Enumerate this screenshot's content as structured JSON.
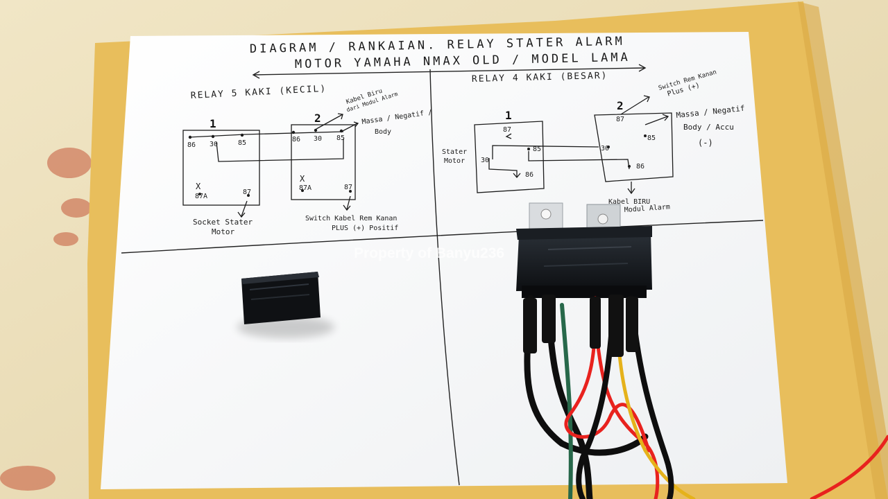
{
  "title": {
    "line1": "DIAGRAM / RANKAIAN. RELAY STATER ALARM",
    "line2": "MOTOR YAMAHA NMAX OLD / MODEL LAMA"
  },
  "left_section": {
    "heading": "RELAY 5 KAKI (KECIL)",
    "relay1": {
      "number": "1",
      "pins": [
        "86",
        "30",
        "85",
        "87A",
        "87"
      ]
    },
    "relay2": {
      "number": "2",
      "pins": [
        "86",
        "30",
        "85",
        "87A",
        "87"
      ]
    },
    "x_mark": "X",
    "label_kabel_biru": [
      "Kabel Biru",
      "dari Modul Alarm"
    ],
    "label_massa": [
      "Massa / Negatif /",
      "Body"
    ],
    "label_socket": [
      "Socket Stater",
      "Motor"
    ],
    "label_switch": [
      "Switch Kabel Rem Kanan",
      "PLUS (+) Positif"
    ]
  },
  "right_section": {
    "heading": "RELAY 4 KAKI (BESAR)",
    "relay1": {
      "number": "1",
      "pins": [
        "87",
        "85",
        "30",
        "86"
      ]
    },
    "relay2": {
      "number": "2",
      "pins": [
        "87",
        "30",
        "85",
        "86"
      ]
    },
    "label_switch": [
      "Switch Rem Kanan",
      "Plus (+)"
    ],
    "label_massa": [
      "Massa / Negatif",
      "Body / Accu",
      "(-)"
    ],
    "label_stater": [
      "Stater",
      "Motor"
    ],
    "label_kabel_biru": [
      "Kabel BIRU",
      "Modul Alarm"
    ]
  },
  "watermark": "Property of Banyu236",
  "colors": {
    "table": "#ece0bd",
    "folder": "#e8be5c",
    "paper": "#fbfbfb",
    "ink": "#1c1c1c",
    "relay_body": "#111418",
    "wire_red": "#e8221e",
    "wire_yellow": "#e5b21b",
    "wire_black": "#0e0e0e",
    "wire_green": "#27684a"
  }
}
